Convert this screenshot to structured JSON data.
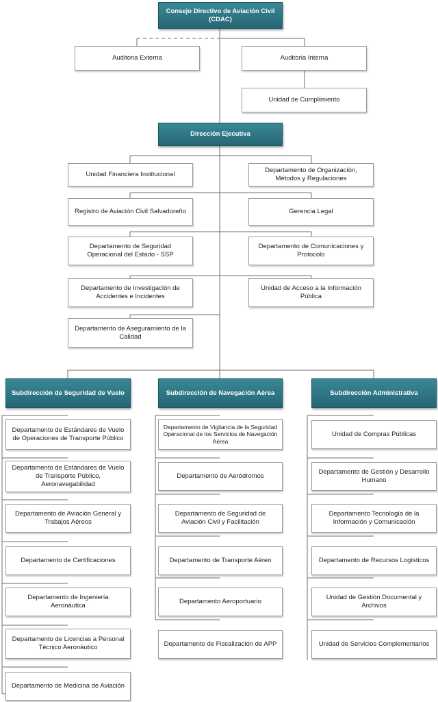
{
  "colors": {
    "header_fill": "#2c7483",
    "header_text": "#ffffff",
    "box_border": "#9a9a9a",
    "line": "#6e6e6e"
  },
  "top": {
    "cdac": "Consejo Directivo de Aviación Civil (CDAC)",
    "auditoria_externa": "Auditoria Externa",
    "auditoria_interna": "Auditoria Interna",
    "unidad_cumplimiento": "Unidad de Cumplimiento"
  },
  "direccion": {
    "title": "Dirección Ejecutiva",
    "left_units": [
      "Unidad Financiera Institucional",
      "Registro de Aviación Civil Salvadoreño",
      "Departamento de Seguridad Operacional del Estado - SSP",
      "Departamento de Investigación de Accidentes e Incidentes",
      "Departamento de Aseguramiento de la Calidad"
    ],
    "right_units": [
      "Departamento de Organización, Métodos y Regulaciones",
      "Gerencia Legal",
      "Departamento de Comunicaciones y Protocolo",
      "Unidad de Acceso a la Información Pública"
    ]
  },
  "subdirecciones": {
    "vuelo": {
      "title": "Subdirección de Seguridad de Vuelo",
      "units": [
        "Departamento de Estándares de Vuelo de Operaciones de Transporte Público",
        "Departamento de Estándares de Vuelo de Transporte Público, Aeronavegabilidad",
        "Departamento de Aviación General y Trabajos Aéreos",
        "Departamento de Certificaciones",
        "Departamento de Ingeniería Aeronáutica",
        "Departamento de Licencias a Personal Técnico Aeronáutico",
        "Departamento de Medicina de Aviación"
      ]
    },
    "navegacion": {
      "title": "Subdirección de Navegación Aérea",
      "units": [
        "Departamento de Vigilancia de la Seguridad Operacional de los Servicios de Navegación Aérea",
        "Departamento de Aeródromos",
        "Departamento de Seguridad de Aviación Civil y Facilitación",
        "Departamento de Transporte Aéreo",
        "Departamento Aeroportuario",
        "Departamento de Fiscalización de APP"
      ]
    },
    "administrativa": {
      "title": "Subdirección Administrativa",
      "units": [
        "Unidad de Compras Públicas",
        "Departamento de Gestión y Desarrollo Humano",
        "Departamento Tecnología de la Información y Comunicación",
        "Departamento de Recursos Logísticos",
        "Unidad de Gestión Documental y Archivos",
        "Unidad de Servicios Complementarios"
      ]
    }
  }
}
